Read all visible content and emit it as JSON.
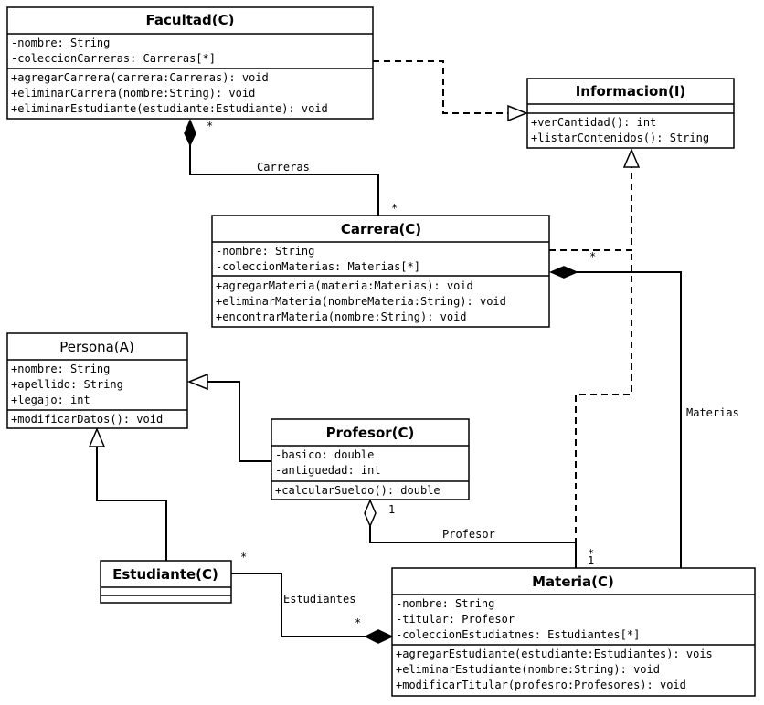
{
  "classes": {
    "facultad": {
      "name": "Facultad(C)",
      "attributes": [
        "-nombre: String",
        "-coleccionCarreras: Carreras[*]"
      ],
      "methods": [
        "+agregarCarrera(carrera:Carreras): void",
        "+eliminarCarrera(nombre:String): void",
        "+eliminarEstudiante(estudiante:Estudiante): void"
      ]
    },
    "informacion": {
      "name": "Informacion(I)",
      "attributes": [],
      "methods": [
        "+verCantidad(): int",
        "+listarContenidos(): String"
      ]
    },
    "carrera": {
      "name": "Carrera(C)",
      "attributes": [
        "-nombre: String",
        "-coleccionMaterias: Materias[*]"
      ],
      "methods": [
        "+agregarMateria(materia:Materias): void",
        "+eliminarMateria(nombreMateria:String): void",
        "+encontrarMateria(nombre:String): void"
      ]
    },
    "persona": {
      "name": "Persona(A)",
      "attributes": [
        "+nombre: String",
        "+apellido: String",
        "+legajo: int"
      ],
      "methods": [
        "+modificarDatos(): void"
      ]
    },
    "profesor": {
      "name": "Profesor(C)",
      "attributes": [
        "-basico: double",
        "-antiguedad: int"
      ],
      "methods": [
        "+calcularSueldo(): double"
      ]
    },
    "estudiante": {
      "name": "Estudiante(C)",
      "attributes": [],
      "methods": []
    },
    "materia": {
      "name": "Materia(C)",
      "attributes": [
        "-nombre: String",
        "-titular: Profesor",
        "-coleccionEstudiatnes: Estudiantes[*]"
      ],
      "methods": [
        "+agregarEstudiante(estudiante:Estudiantes): vois",
        "+eliminarEstudiante(nombre:String): void",
        "+modificarTitular(profesro:Profesores): void"
      ]
    }
  },
  "relations": {
    "facultad_carrera": {
      "label": "Carreras",
      "src_mult": "*",
      "dst_mult": "*"
    },
    "carrera_materia": {
      "label": "Materias",
      "src_mult": "*",
      "dst_mult": "*"
    },
    "profesor_materia": {
      "label": "Profesor",
      "src_mult": "1",
      "dst_mult": "1"
    },
    "estudiante_materia": {
      "label": "Estudiantes",
      "src_mult": "*",
      "dst_mult": "*"
    }
  }
}
